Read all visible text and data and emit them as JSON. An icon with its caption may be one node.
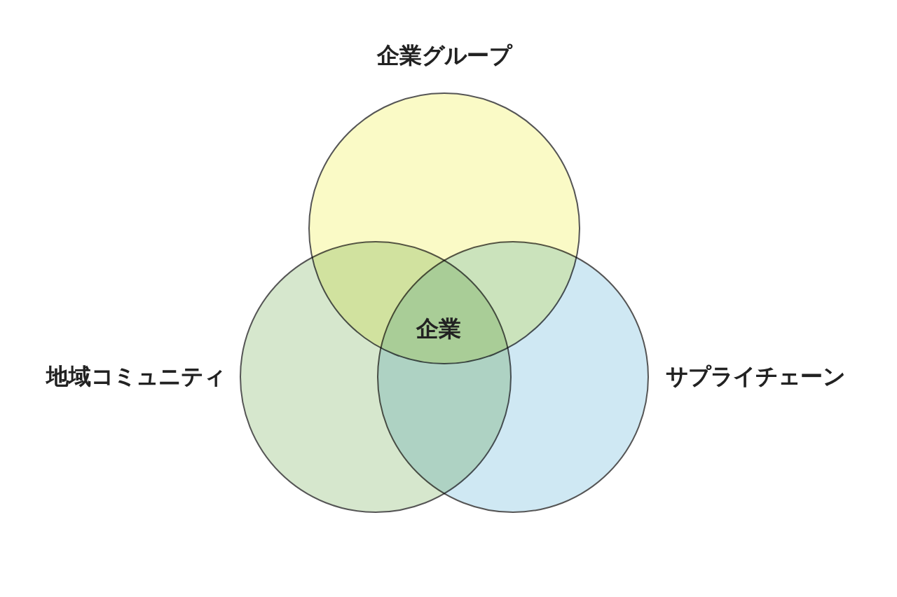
{
  "diagram": {
    "nodes": [
      {
        "text": [
          "企業グループ"
        ]
      },
      {
        "text": [
          "地域コミュニティ"
        ]
      },
      {
        "text": [
          "サプライチェーン"
        ]
      }
    ],
    "labels": [
      "企業"
    ]
  }
}
